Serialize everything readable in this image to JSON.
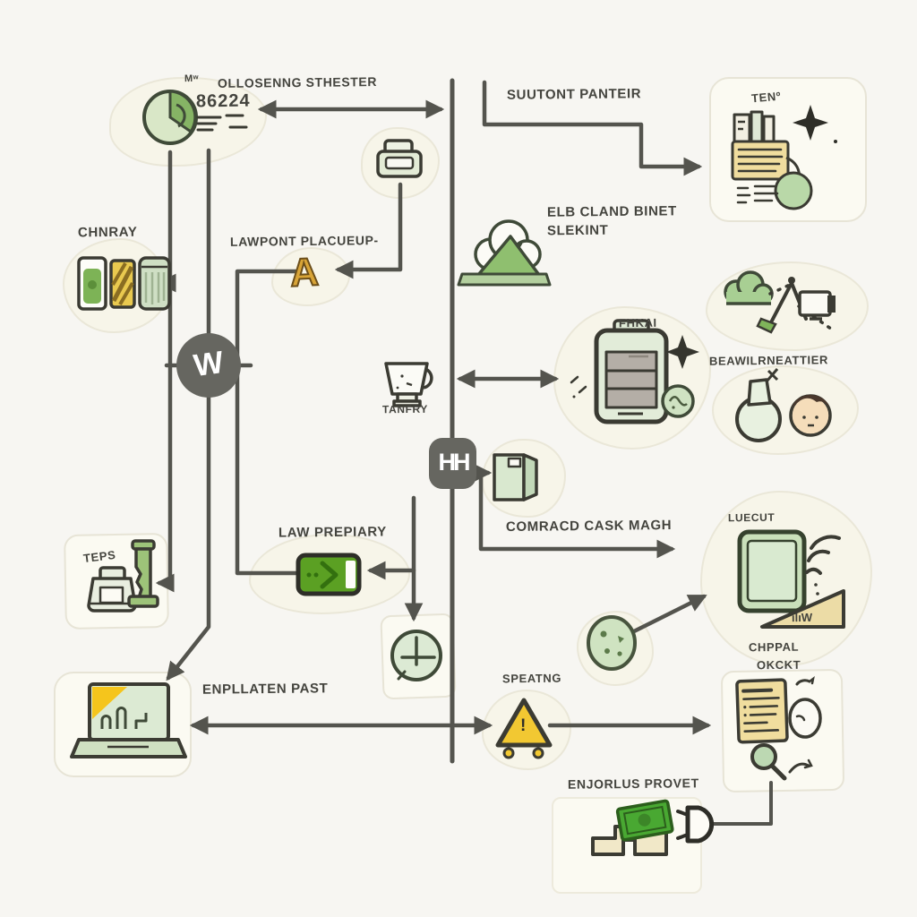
{
  "page": {
    "type": "hand-drawn flowchart",
    "background": "#f7f6f2"
  },
  "colors": {
    "line": "#54544e",
    "ink": "#44443e",
    "green": "#8fbf6f",
    "bright_green": "#5ba023",
    "yellow": "#f2c832",
    "amber": "#d8a437",
    "cream_card": "#f7f5e9",
    "gray_badge": "#666660"
  },
  "nodes": {
    "pie": {
      "prefix": "Mʷ",
      "title": "OLLOSENNG STHESTER",
      "value": "86224"
    },
    "suutont": {
      "title": "SUUTONT PANTEIR"
    },
    "ten": {
      "title": "TENº"
    },
    "chnray": {
      "title": "CHNRAY"
    },
    "lawpont": {
      "title": "LAWPONT PLACUEUP-",
      "glyph": "A"
    },
    "elb": {
      "line1": "ELB CLAND BINET",
      "line2": "SLEKINT"
    },
    "fhkai": {
      "title": "FHKAI"
    },
    "beawil": {
      "title": "BEAWILRNEATTIER"
    },
    "tanfry": {
      "title": "TANFRY"
    },
    "w_badge": {
      "glyph": "W"
    },
    "h_badge": {
      "glyph": "HH"
    },
    "law": {
      "title": "LAW PREPIARY"
    },
    "comracd": {
      "title": "COMRACD CASK MAGH"
    },
    "luecut": {
      "title": "LUECUT",
      "ruler": "ılıW"
    },
    "teps": {
      "title": "TEPS"
    },
    "enpllaten": {
      "title": "ENPLLATEN PAST"
    },
    "speatng": {
      "title": "SPEATNG",
      "glyph": "!"
    },
    "chppal": {
      "line1": "CHPPAL",
      "line2": "OKCKT"
    },
    "enjorlus": {
      "title": "ENJORLUS PROVET"
    }
  }
}
